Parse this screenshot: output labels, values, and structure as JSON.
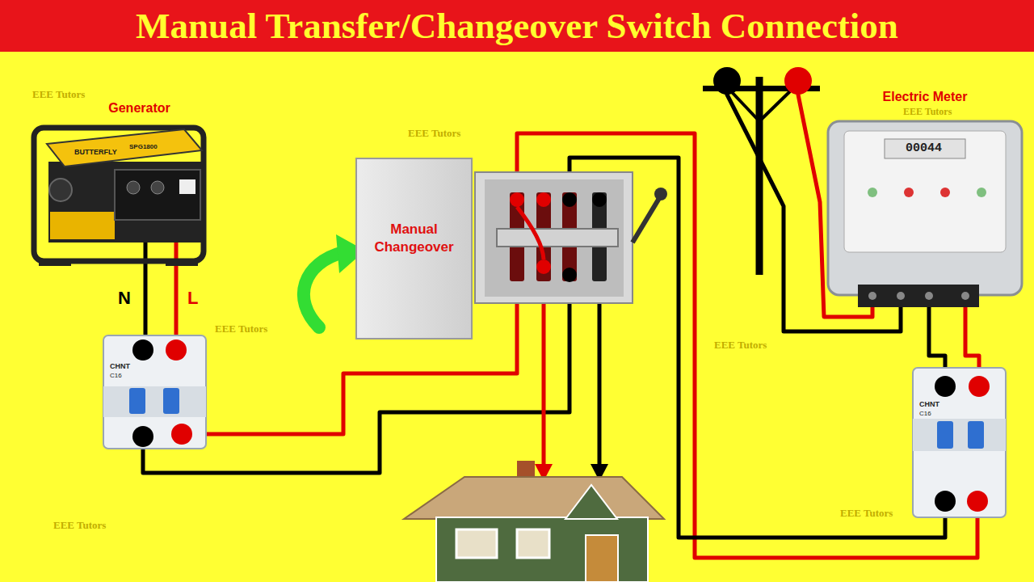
{
  "diagram": {
    "title": "Manual Transfer/Changeover Switch Connection",
    "nodes": [
      {
        "text": [
          "Generator"
        ]
      },
      {
        "text": [
          "Manual Changeover"
        ]
      },
      {
        "text": [
          "Electric Meter"
        ]
      }
    ],
    "labels": [
      "N",
      "L",
      "BUTTERFLY",
      "SPG1800",
      "CHNT",
      "C16",
      "CHNT",
      "C16",
      "00044",
      "EEE Tutors",
      "EEE Tutors",
      "EEE Tutors",
      "EEE Tutors",
      "EEE Tutors",
      "EEE Tutors",
      "EEE Tutors"
    ]
  }
}
